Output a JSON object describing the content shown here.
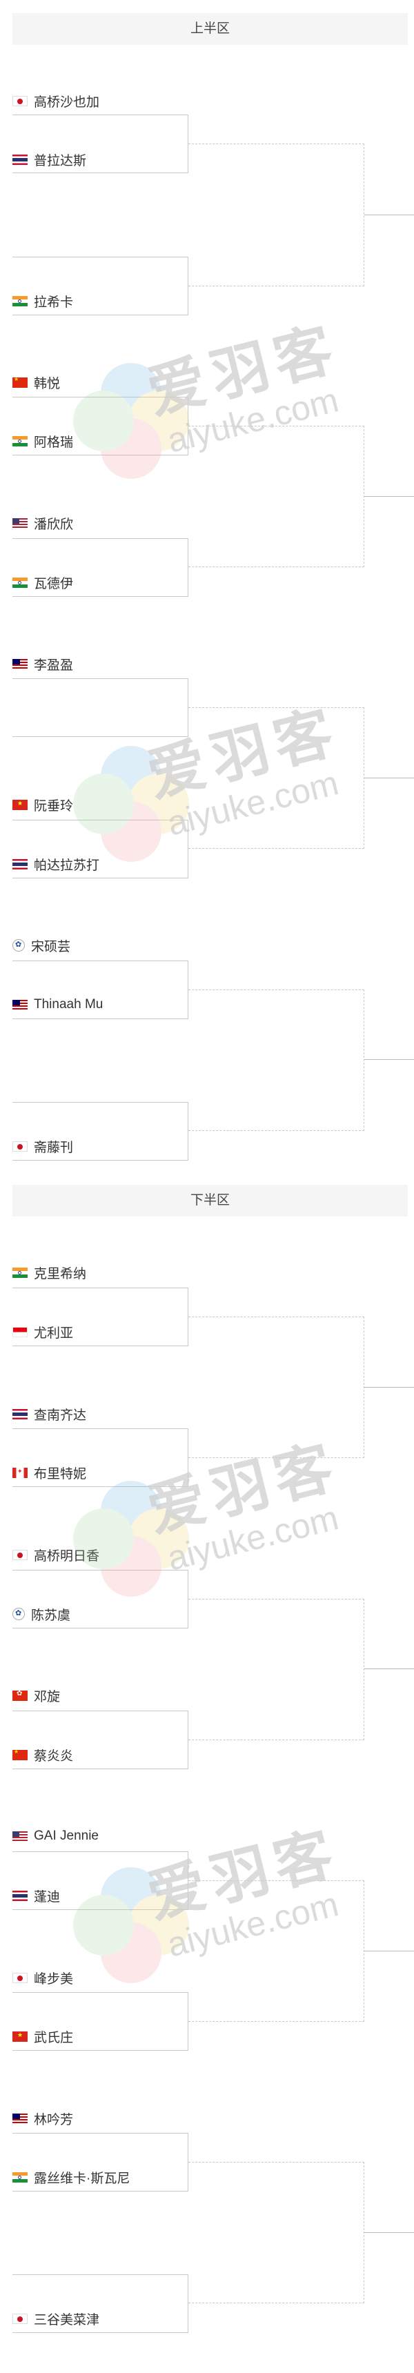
{
  "watermark": {
    "cn": "爱羽客",
    "en": "aiyuke.com"
  },
  "sections": [
    {
      "title": "上半区",
      "players": [
        {
          "name": "高桥沙也加",
          "flag": "jp"
        },
        {
          "name": "普拉达斯",
          "flag": "th"
        },
        {
          "name": "",
          "flag": ""
        },
        {
          "name": "拉希卡",
          "flag": "in"
        },
        {
          "name": "韩悦",
          "flag": "cn"
        },
        {
          "name": "阿格瑞",
          "flag": "in"
        },
        {
          "name": "潘欣欣",
          "flag": "us"
        },
        {
          "name": "瓦德伊",
          "flag": "in"
        },
        {
          "name": "李盈盈",
          "flag": "my"
        },
        {
          "name": "",
          "flag": ""
        },
        {
          "name": "阮垂玲",
          "flag": "vn"
        },
        {
          "name": "帕达拉苏打",
          "flag": "th"
        },
        {
          "name": "宋硕芸",
          "flag": "tw"
        },
        {
          "name": "Thinaah Mu",
          "flag": "my"
        },
        {
          "name": "",
          "flag": ""
        },
        {
          "name": "斋藤刊",
          "flag": "jp"
        }
      ]
    },
    {
      "title": "下半区",
      "players": [
        {
          "name": "克里希纳",
          "flag": "in"
        },
        {
          "name": "尤利亚",
          "flag": "id"
        },
        {
          "name": "查南齐达",
          "flag": "th"
        },
        {
          "name": "布里特妮",
          "flag": "ca"
        },
        {
          "name": "高桥明日香",
          "flag": "jp"
        },
        {
          "name": "陈苏虞",
          "flag": "tw"
        },
        {
          "name": "邓旋",
          "flag": "hk"
        },
        {
          "name": "蔡炎炎",
          "flag": "cn"
        },
        {
          "name": "GAI Jennie",
          "flag": "us"
        },
        {
          "name": "蓬迪",
          "flag": "th"
        },
        {
          "name": "峰步美",
          "flag": "jp"
        },
        {
          "name": "武氏庄",
          "flag": "vn"
        },
        {
          "name": "林吟芳",
          "flag": "my"
        },
        {
          "name": "露丝维卡·斯瓦尼",
          "flag": "in"
        },
        {
          "name": "",
          "flag": ""
        },
        {
          "name": "三谷美菜津",
          "flag": "jp"
        }
      ]
    }
  ]
}
